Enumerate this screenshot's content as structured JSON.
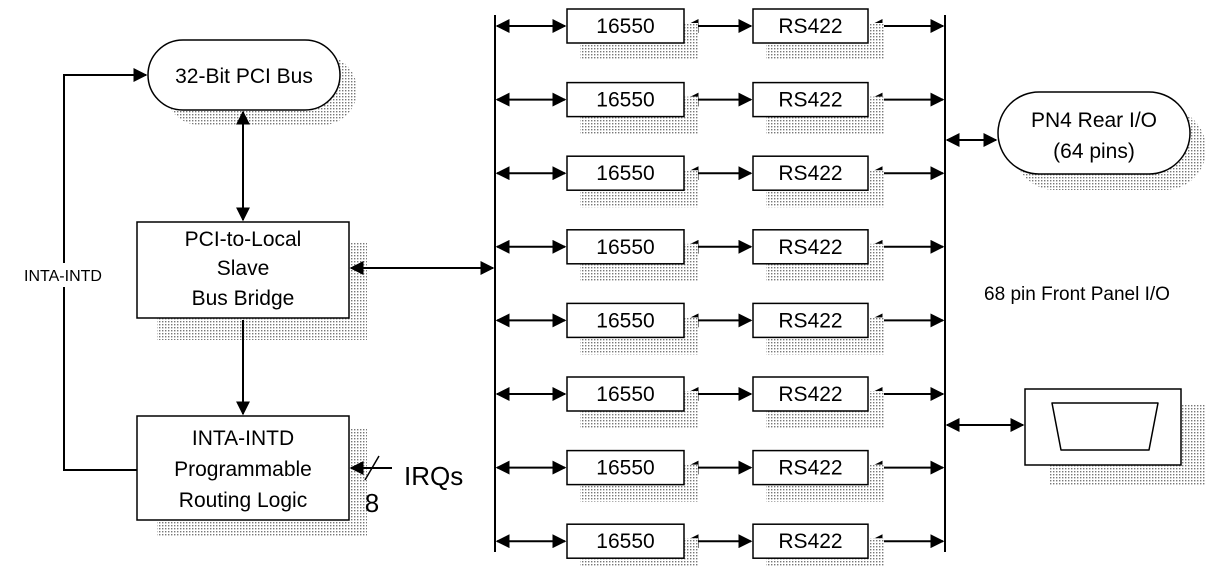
{
  "pci_bus": {
    "label": "32-Bit PCI Bus"
  },
  "bridge": {
    "lines": [
      "PCI-to-Local",
      "Slave",
      "Bus Bridge"
    ]
  },
  "routing": {
    "lines": [
      "INTA-INTD",
      "Programmable",
      "Routing Logic"
    ]
  },
  "interrupt_path_label": "INTA-INTD",
  "irq": {
    "label": "IRQs",
    "count": "8"
  },
  "channels": [
    {
      "uart": "16550",
      "driver": "RS422"
    },
    {
      "uart": "16550",
      "driver": "RS422"
    },
    {
      "uart": "16550",
      "driver": "RS422"
    },
    {
      "uart": "16550",
      "driver": "RS422"
    },
    {
      "uart": "16550",
      "driver": "RS422"
    },
    {
      "uart": "16550",
      "driver": "RS422"
    },
    {
      "uart": "16550",
      "driver": "RS422"
    },
    {
      "uart": "16550",
      "driver": "RS422"
    }
  ],
  "rear_io": {
    "lines": [
      "PN4 Rear I/O",
      "(64 pins)"
    ]
  },
  "front_panel": {
    "label": "68 pin Front Panel I/O"
  }
}
